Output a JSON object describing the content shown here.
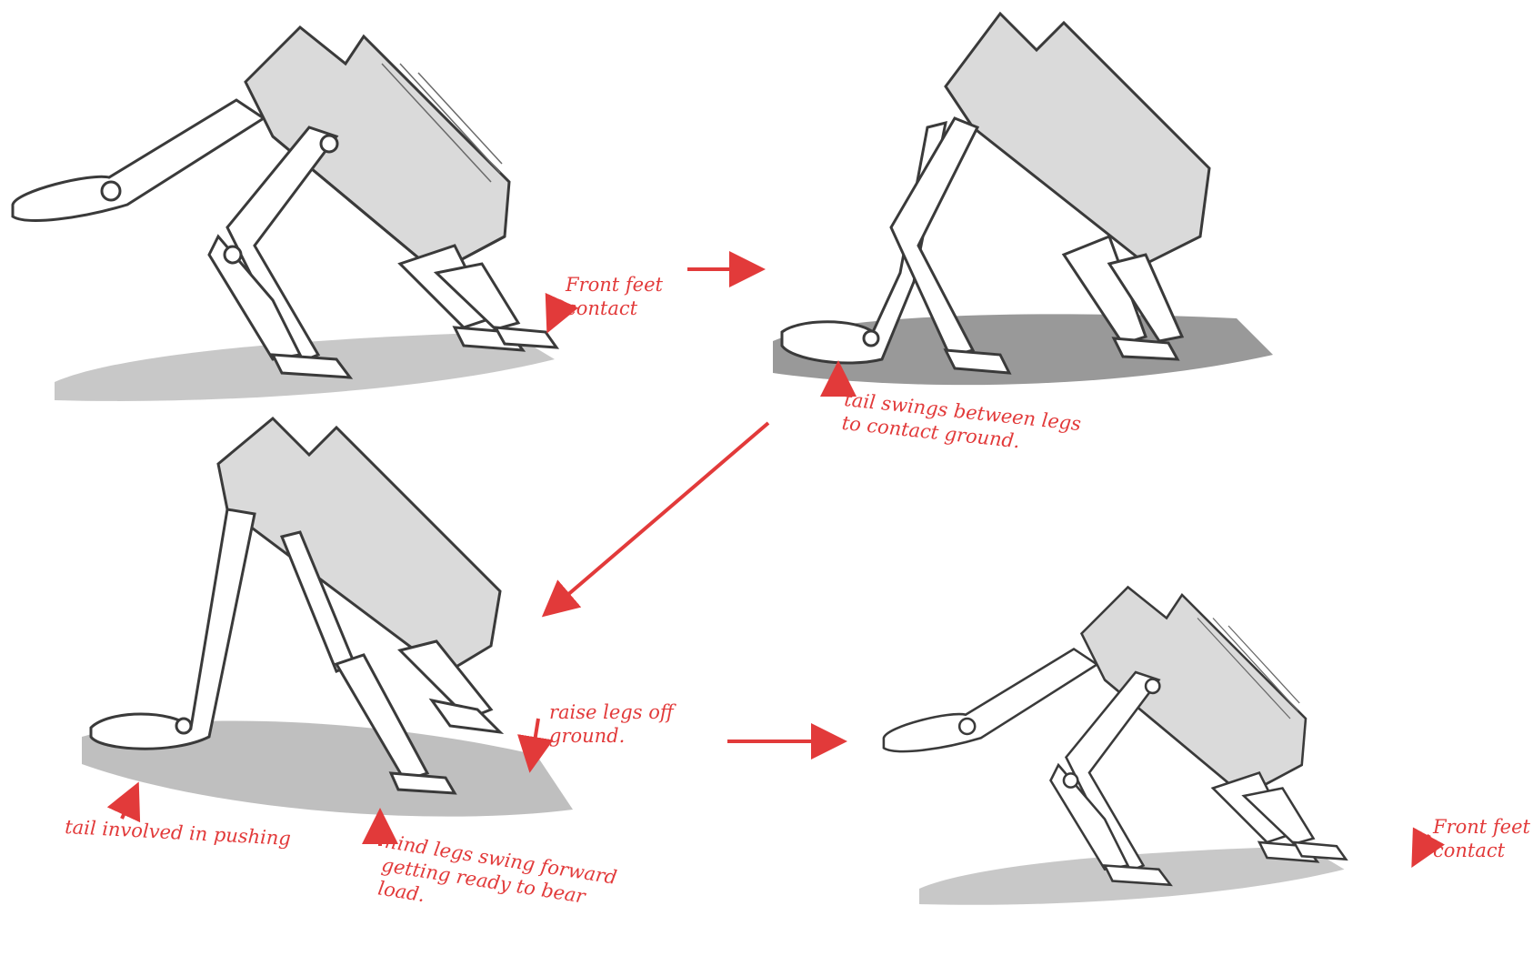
{
  "annotations": {
    "front_feet_contact_1": "Front feet\ncontact",
    "tail_swings": "tail swings between legs\nto contact ground.",
    "raise_legs": "raise legs off\nground.",
    "tail_pushing": "tail involved in pushing",
    "hind_legs": "hind legs swing forward\ngetting ready to bear\nload.",
    "front_feet_contact_2": "Front feet\ncontact"
  },
  "colors": {
    "annotation": "#e23a3a",
    "pencil": "#3a3a3a",
    "shadow": "#9a9a9a"
  }
}
